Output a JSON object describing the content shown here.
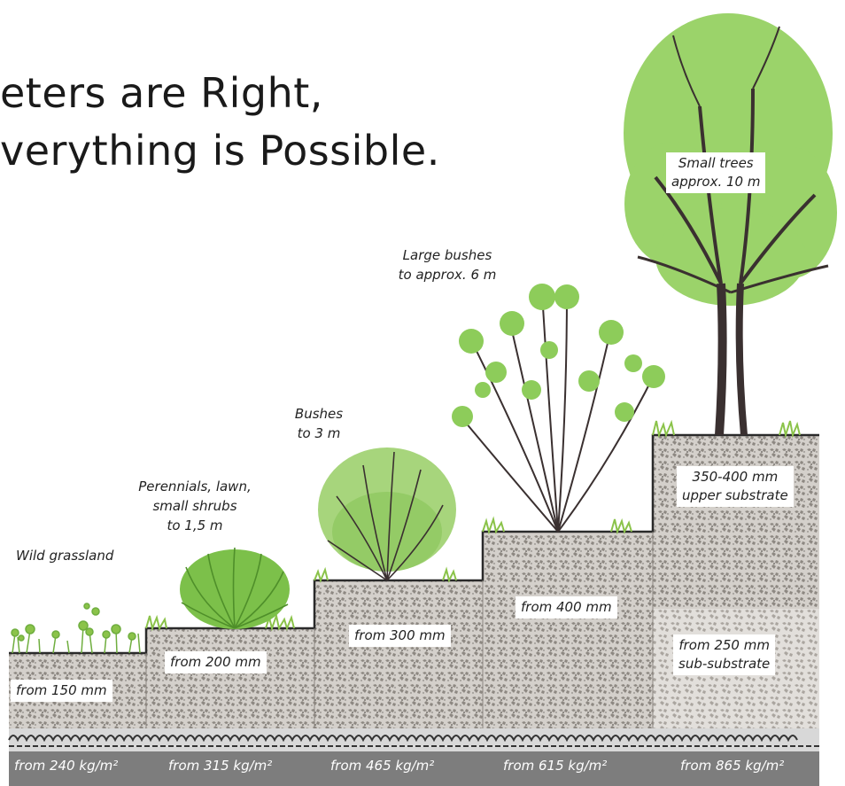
{
  "title": {
    "line1": "eters are Right,",
    "line2": "verything is Possible."
  },
  "levels": [
    {
      "plant": [
        "Wild grassland"
      ],
      "depth": "from 150 mm",
      "weight": "from 240 kg/m²"
    },
    {
      "plant": [
        "Perennials, lawn,",
        "small shrubs",
        "to 1,5 m"
      ],
      "depth": "from 200 mm",
      "weight": "from 315 kg/m²"
    },
    {
      "plant": [
        "Bushes",
        "to 3 m"
      ],
      "depth": "from 300 mm",
      "weight": "from 465 kg/m²"
    },
    {
      "plant": [
        "Large bushes",
        "to approx. 6 m"
      ],
      "depth": "from 400 mm",
      "weight": "from 615 kg/m²"
    },
    {
      "plant": [
        "Small trees",
        "approx. 10 m"
      ],
      "depth_upper": [
        "350-400 mm",
        "upper substrate"
      ],
      "depth_lower": [
        "from 250 mm",
        "sub-substrate"
      ],
      "weight": "from 865 kg/m²"
    }
  ],
  "colors": {
    "soil": "#cfcac4",
    "soil_dark": "#9a948e",
    "grass": "#8bc34a",
    "foliage": "#8dcc5a",
    "bark": "#3a3030",
    "drainage": "#6f6f6f",
    "base": "#7d7d7d"
  }
}
